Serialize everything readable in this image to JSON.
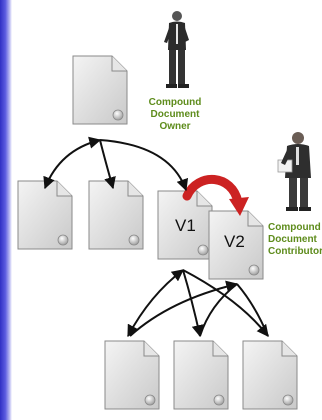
{
  "roles": {
    "owner": [
      "Compound",
      "Document",
      "Owner"
    ],
    "contributor": [
      "Compound",
      "Document",
      "Contributor"
    ]
  },
  "versions": {
    "v1": "V1",
    "v2": "V2"
  },
  "colors": {
    "label_green": "#5e8c1c",
    "version_arrow": "#cc2222",
    "link_arrow": "#111111"
  }
}
